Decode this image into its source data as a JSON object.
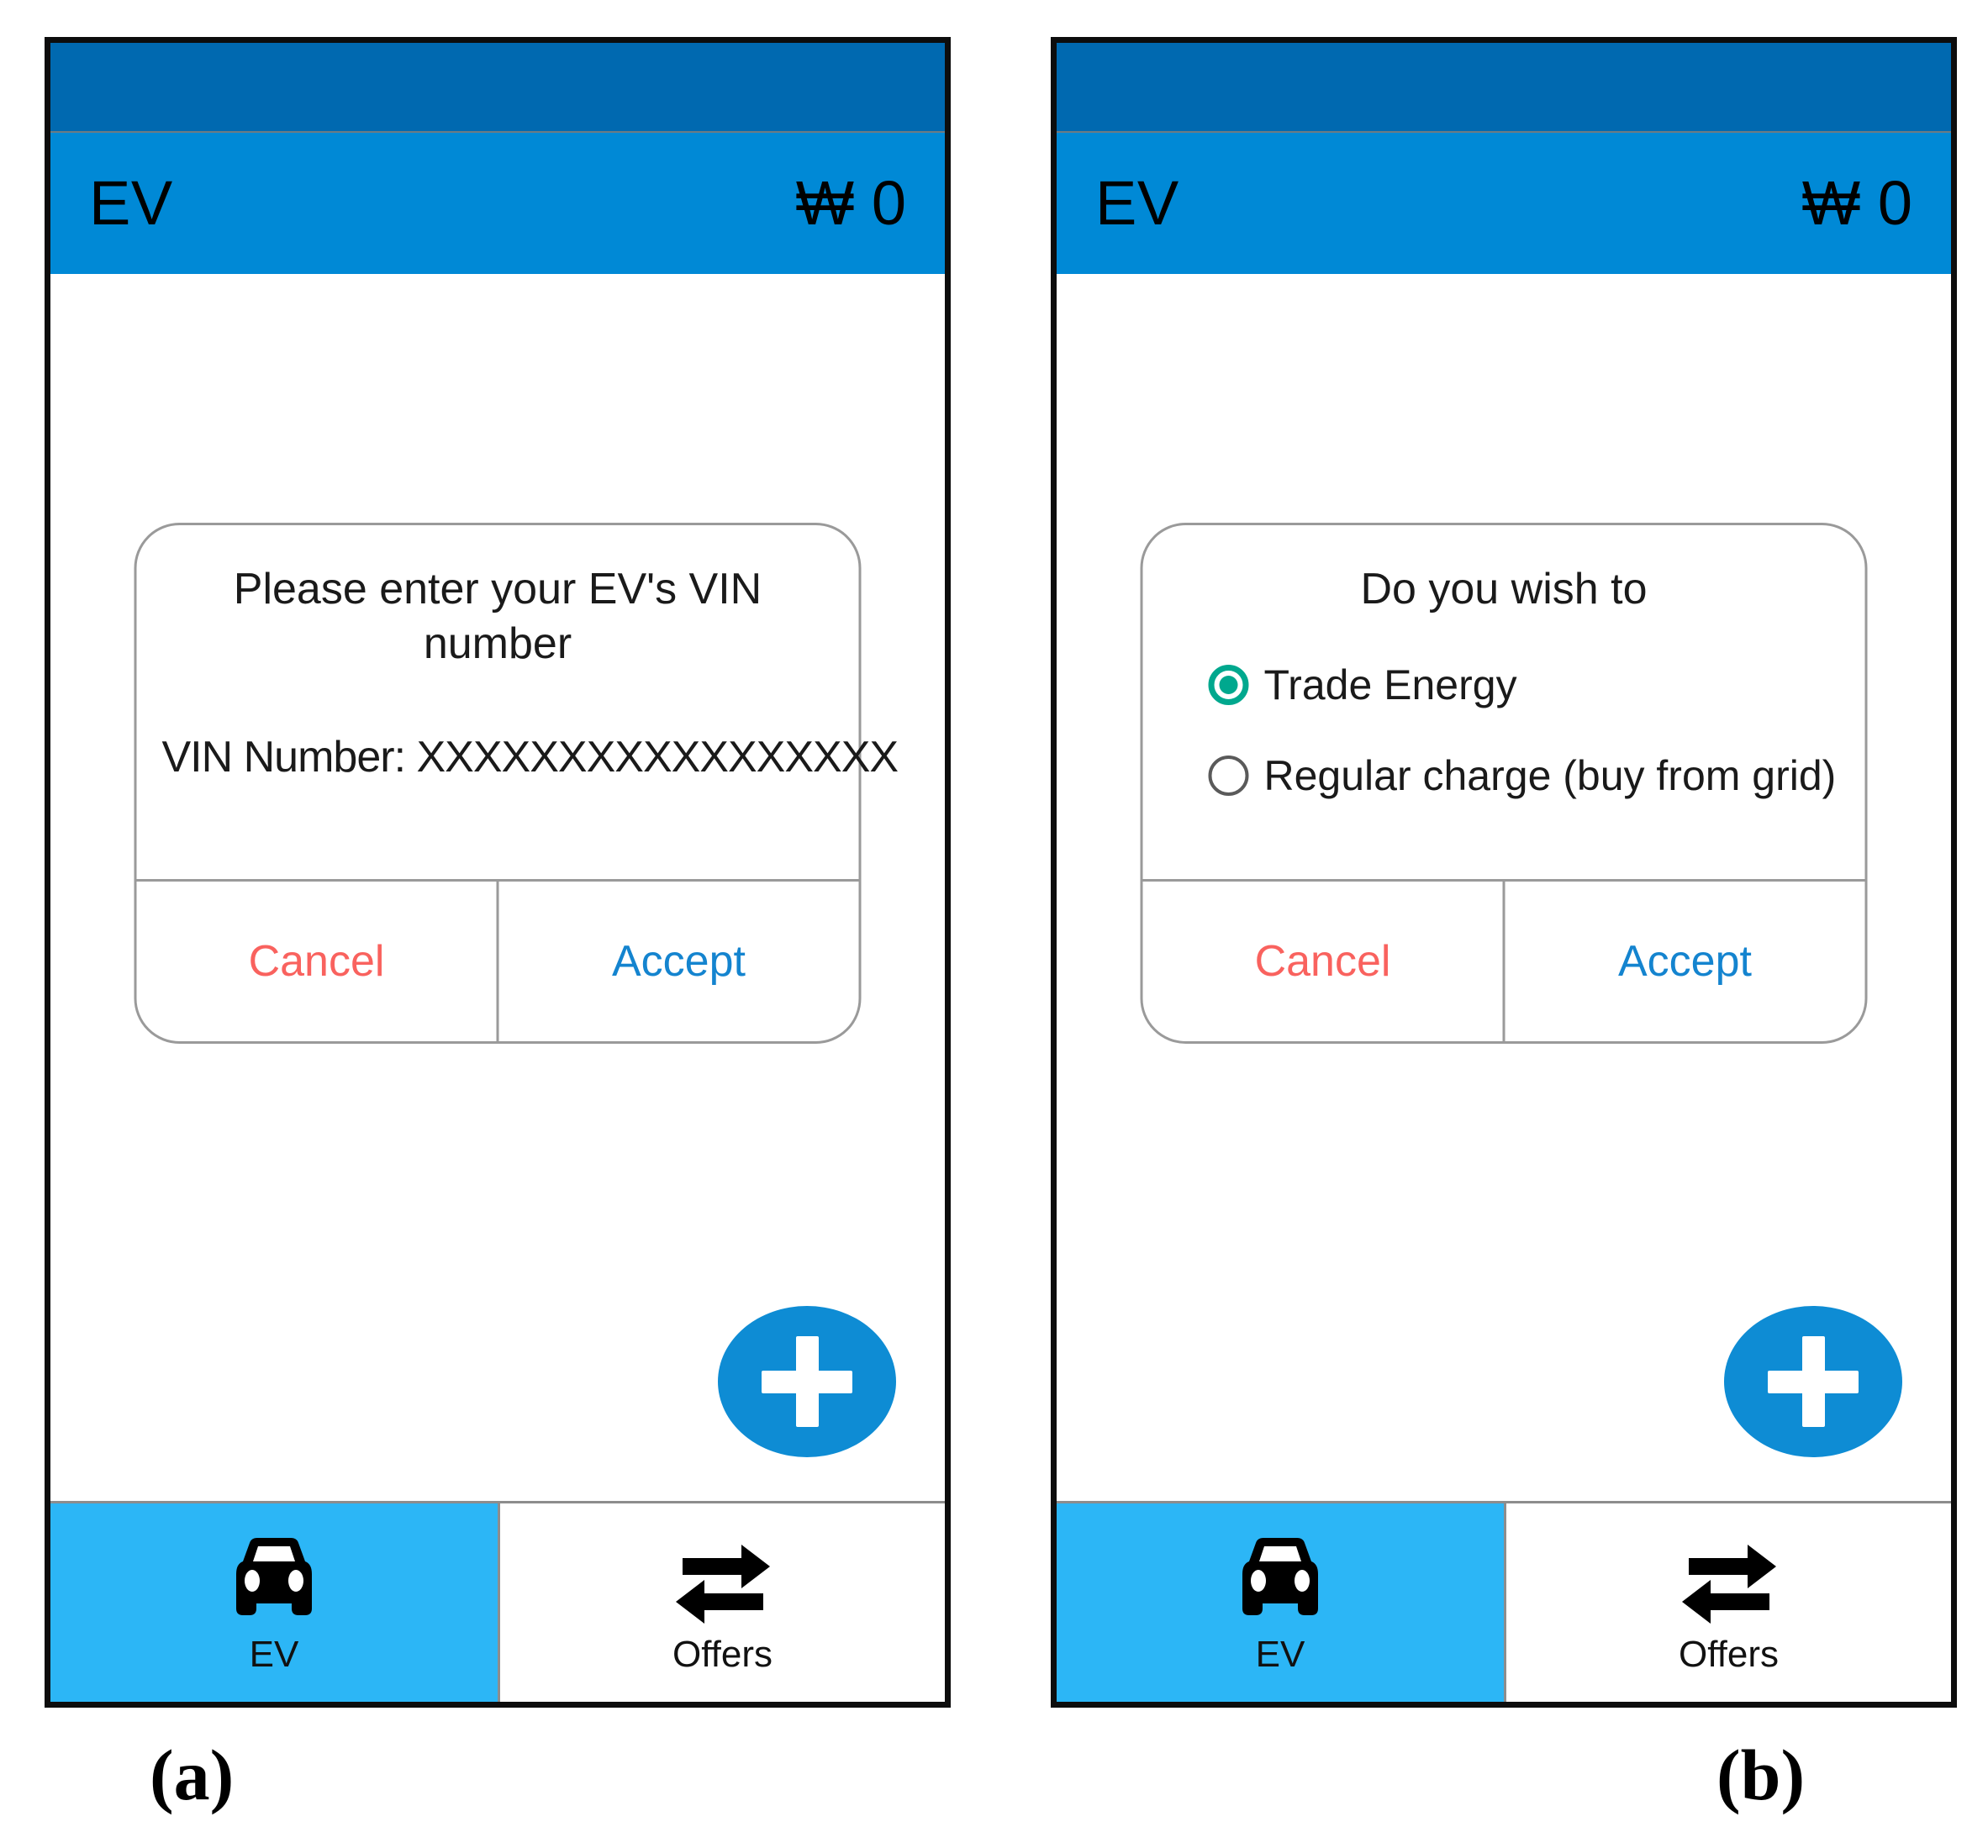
{
  "figure": {
    "panels": [
      {
        "caption": "(a)"
      },
      {
        "caption": "(b)"
      }
    ]
  },
  "colors": {
    "statusbar": "#0069B0",
    "appbar": "#0089D6",
    "fab": "#0E8CD4",
    "nav_active": "#2CB6F6",
    "cancel": "#F9625E",
    "accept": "#1484CF",
    "radio_selected": "#00A88E"
  },
  "panel_a": {
    "appbar": {
      "title": "EV",
      "balance": "₩ 0"
    },
    "dialog": {
      "title": "Please enter your EV's VIN number",
      "vin_label": "VIN Number: XXXXXXXXXXXXXXXXX",
      "cancel_label": "Cancel",
      "accept_label": "Accept"
    },
    "fab": {
      "icon": "plus-icon"
    },
    "bottomnav": {
      "tabs": [
        {
          "label": "EV",
          "icon": "car-icon",
          "active": true
        },
        {
          "label": "Offers",
          "icon": "swap-arrows-icon",
          "active": false
        }
      ]
    }
  },
  "panel_b": {
    "appbar": {
      "title": "EV",
      "balance": "₩ 0"
    },
    "dialog": {
      "title": "Do you wish to",
      "options": [
        {
          "label": "Trade Energy",
          "selected": true
        },
        {
          "label": "Regular charge (buy from grid)",
          "selected": false
        }
      ],
      "cancel_label": "Cancel",
      "accept_label": "Accept"
    },
    "fab": {
      "icon": "plus-icon"
    },
    "bottomnav": {
      "tabs": [
        {
          "label": "EV",
          "icon": "car-icon",
          "active": true
        },
        {
          "label": "Offers",
          "icon": "swap-arrows-icon",
          "active": false
        }
      ]
    }
  }
}
